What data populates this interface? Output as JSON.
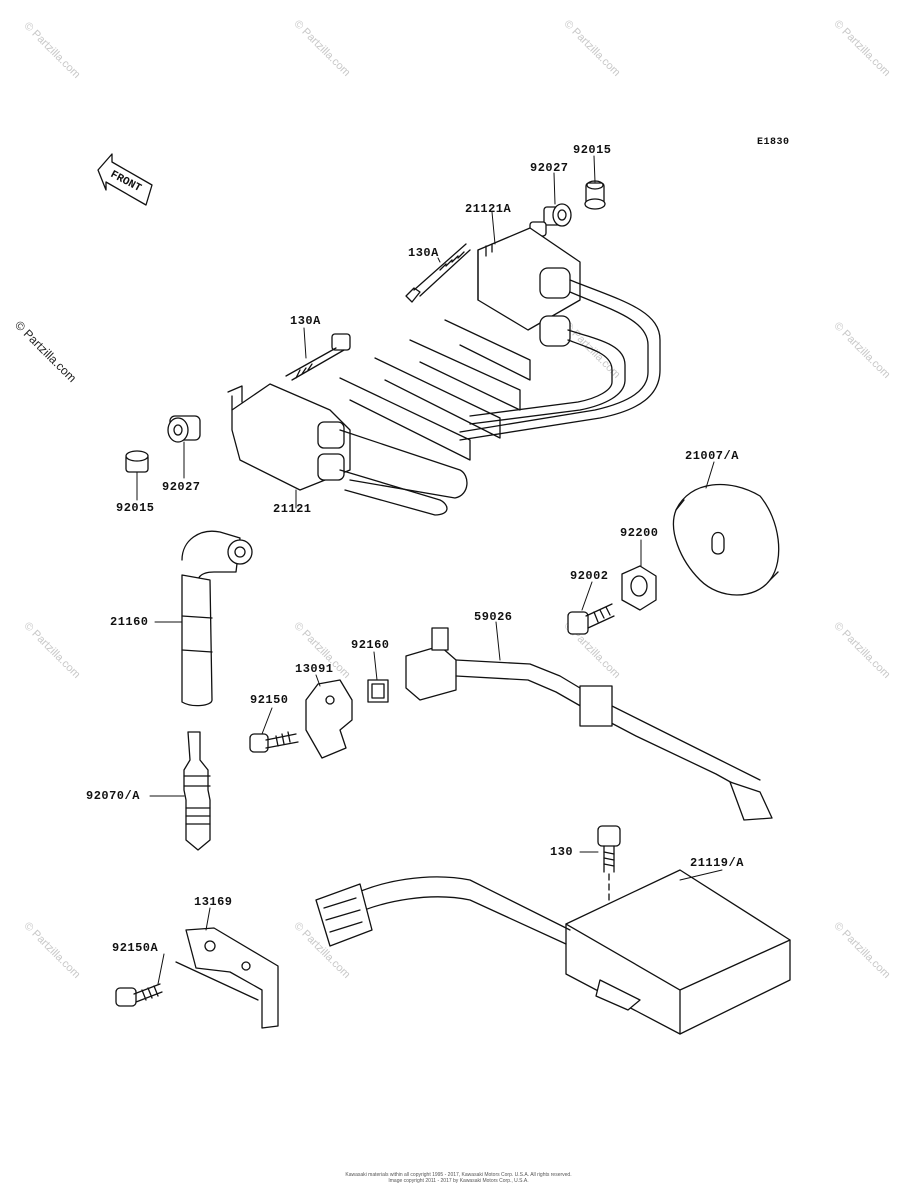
{
  "diagram_code": "E1830",
  "front_label": "FRONT",
  "watermark": "© Partzilla.com",
  "side_watermark": "© Partzilla.com",
  "parts": {
    "p92015_top": "92015",
    "p92027_top": "92027",
    "p21121A": "21121A",
    "p130A_top": "130A",
    "p130A_mid": "130A",
    "p92015_left": "92015",
    "p92027_left": "92027",
    "p21121": "21121",
    "p21007A": "21007/A",
    "p92200": "92200",
    "p92002": "92002",
    "p21160": "21160",
    "p59026": "59026",
    "p92160": "92160",
    "p13091": "13091",
    "p92150": "92150",
    "p92070A": "92070/A",
    "p130": "130",
    "p21119A": "21119/A",
    "p13169": "13169",
    "p92150A": "92150A"
  },
  "copyright_lines": [
    "Kawasaki materials within all copyright 1995 - 2017, Kawasaki Motors Corp. U.S.A. All rights reserved.",
    "Image copyright 2011 - 2017 by Kawasaki Motors Corp., U.S.A."
  ]
}
